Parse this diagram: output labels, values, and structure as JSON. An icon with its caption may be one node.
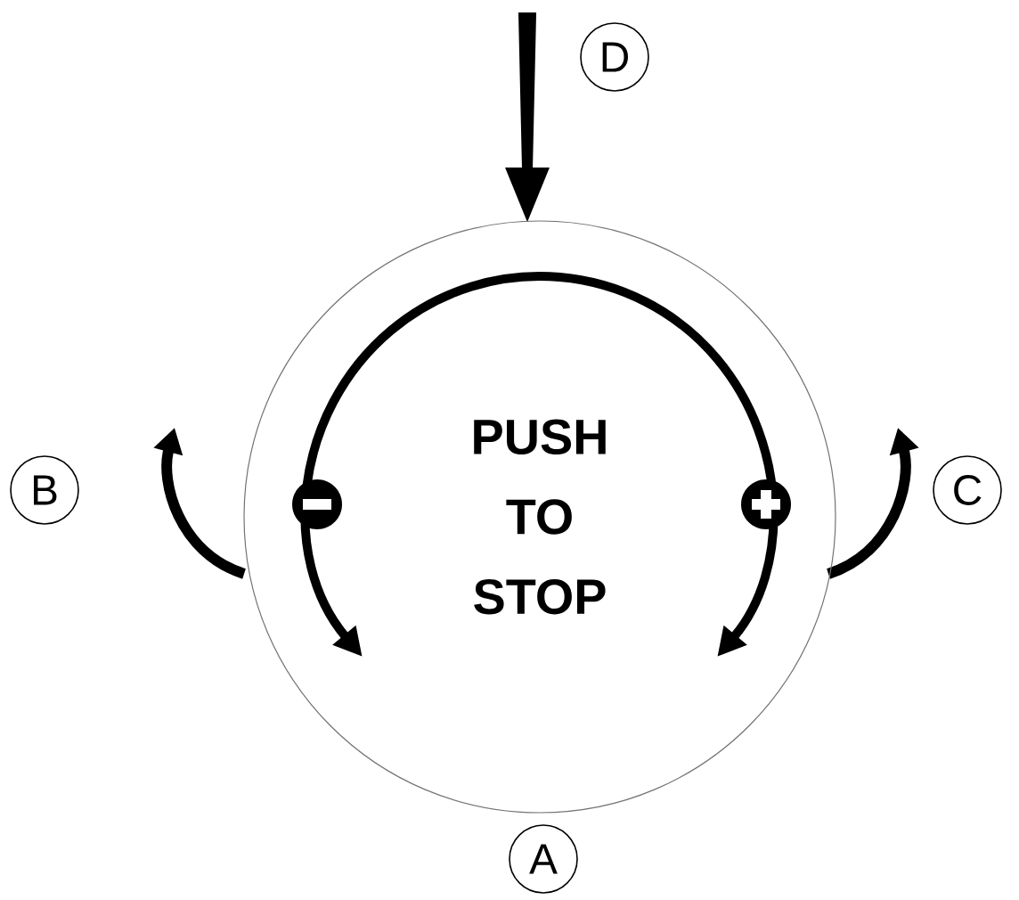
{
  "diagram": {
    "nodes": [
      {
        "text": [
          "PUSH TO STOP"
        ]
      }
    ],
    "labels": [
      "D",
      "B",
      "C",
      "A"
    ]
  }
}
